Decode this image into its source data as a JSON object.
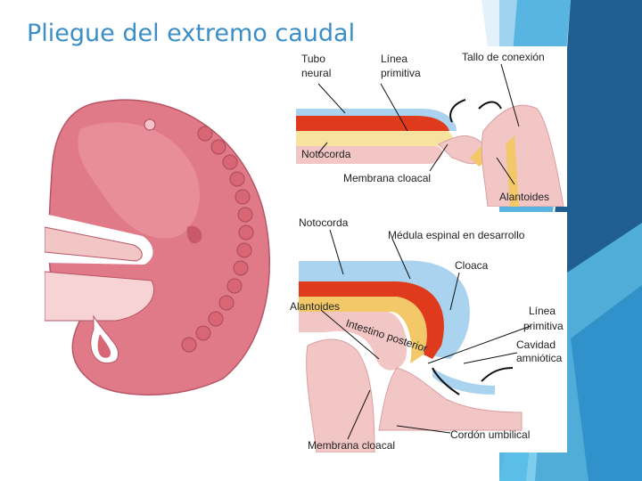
{
  "slide": {
    "title": "Pliegue del extremo caudal"
  },
  "top_panel": {
    "labels": {
      "tubo_line1": "Tubo",
      "tubo_line2": "neural",
      "linea_line1": "Línea",
      "linea_line2": "primitiva",
      "tallo": "Tallo de conexión",
      "notocorda": "Notocorda",
      "membrana": "Membrana cloacal",
      "alantoides": "Alantoides"
    }
  },
  "bottom_panel": {
    "labels": {
      "notocorda": "Notocorda",
      "medula": "Médula espinal en desarrollo",
      "cloaca": "Cloaca",
      "alantoides": "Alantoides",
      "intestino": "Intestino posterior",
      "linea_line1": "Línea",
      "linea_line2": "primitiva",
      "cavidad_line1": "Cavidad",
      "cavidad_line2": "amniótica",
      "membrana": "Membrana cloacal",
      "cordon": "Cordón umbilical"
    }
  },
  "colors": {
    "title": "#3b8fc6",
    "deco_dark": "#1f5e8e",
    "deco_light": "#3ba8dd",
    "embryo": "#e07a88",
    "neural": "#a9d3ee",
    "notochord": "#e03a1c",
    "endoderm": "#f2c869",
    "mesoderm": "#f3c6c6"
  }
}
